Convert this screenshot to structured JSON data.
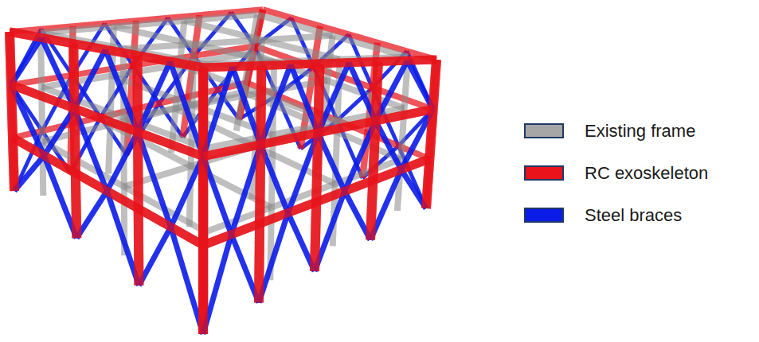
{
  "diagram": {
    "legend": [
      {
        "text": "Existing frame",
        "color": "#a6a6a6"
      },
      {
        "text": "RC exoskeleton",
        "color": "#e8131b"
      },
      {
        "text": "Steel braces",
        "color": "#0b1ce8"
      }
    ]
  }
}
